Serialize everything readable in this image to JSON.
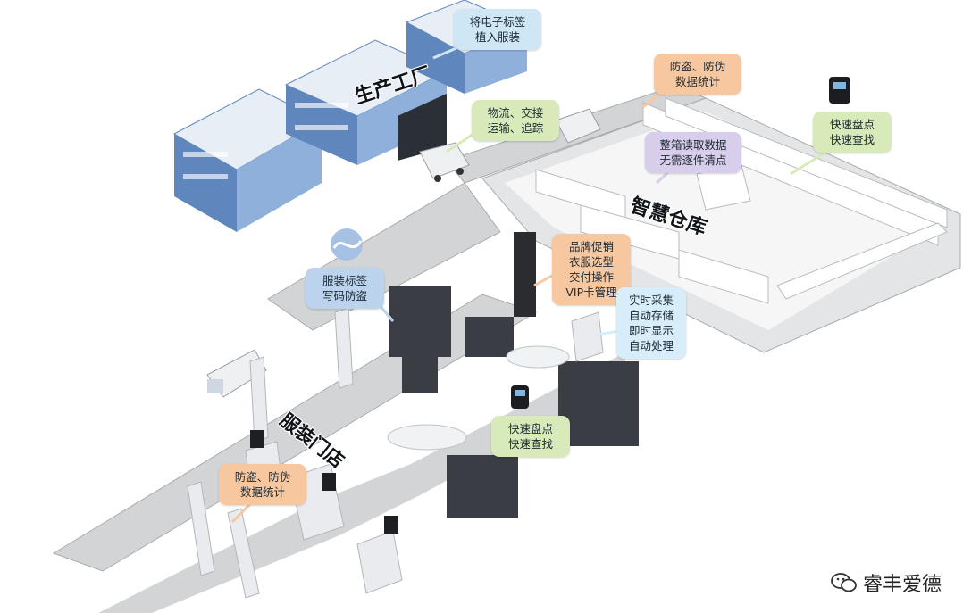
{
  "labels": {
    "factory": "生产工厂",
    "warehouse": "智慧仓库",
    "store": "服装门店"
  },
  "callouts": {
    "embed_tag": "将电子标签\n植入服装",
    "logistics": "物流、交接\n运输、追踪",
    "wh_antitheft": "防盗、防伪\n数据统计",
    "box_read": "整箱读取数据\n无需逐件清点",
    "wh_inventory": "快速盘点\n快速查找",
    "promo": "品牌促销\n衣服选型\n交付操作\nVIP卡管理",
    "realtime": "实时采集\n自动存储\n即时显示\n自动处理",
    "tag_write": "服装标签\n写码防盗",
    "store_inventory": "快速盘点\n快速查找",
    "store_antitheft": "防盗、防伪\n数据统计"
  },
  "brand": {
    "name": "睿丰爱德",
    "icon": "wechat-icon"
  },
  "colors": {
    "road": "#d3d4d5",
    "road_edge": "#a9abad",
    "building_blue": "#5f86bd",
    "building_light": "#e8eef6",
    "warehouse_floor": "#f2f3f3"
  }
}
